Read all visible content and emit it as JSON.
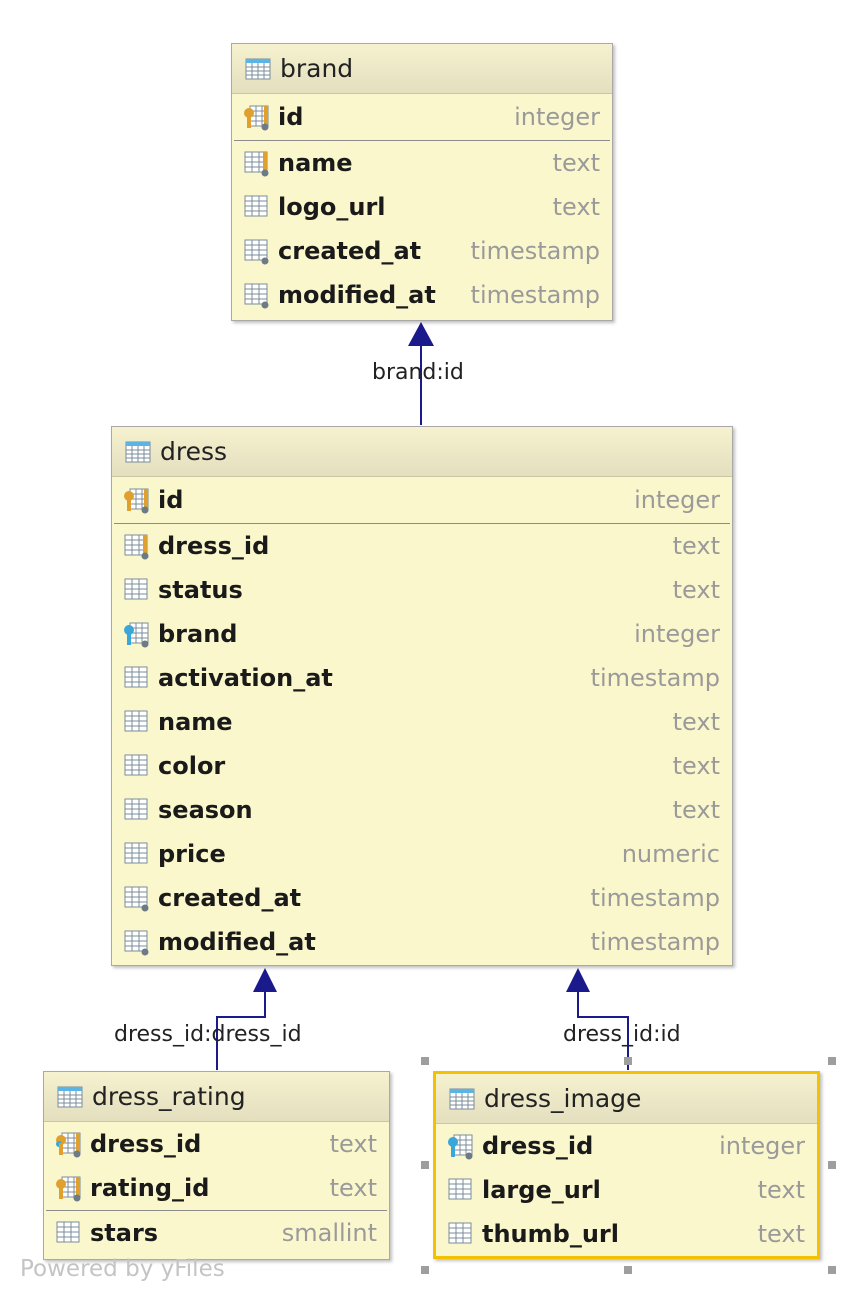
{
  "tables": {
    "brand": {
      "name": "brand",
      "pk": {
        "name": "id",
        "type": "integer"
      },
      "columns": [
        {
          "name": "name",
          "type": "text"
        },
        {
          "name": "logo_url",
          "type": "text"
        },
        {
          "name": "created_at",
          "type": "timestamp"
        },
        {
          "name": "modified_at",
          "type": "timestamp"
        }
      ]
    },
    "dress": {
      "name": "dress",
      "pk": {
        "name": "id",
        "type": "integer"
      },
      "columns": [
        {
          "name": "dress_id",
          "type": "text"
        },
        {
          "name": "status",
          "type": "text"
        },
        {
          "name": "brand",
          "type": "integer"
        },
        {
          "name": "activation_at",
          "type": "timestamp"
        },
        {
          "name": "name",
          "type": "text"
        },
        {
          "name": "color",
          "type": "text"
        },
        {
          "name": "season",
          "type": "text"
        },
        {
          "name": "price",
          "type": "numeric"
        },
        {
          "name": "created_at",
          "type": "timestamp"
        },
        {
          "name": "modified_at",
          "type": "timestamp"
        }
      ]
    },
    "dress_rating": {
      "name": "dress_rating",
      "pk_columns": [
        {
          "name": "dress_id",
          "type": "text"
        },
        {
          "name": "rating_id",
          "type": "text"
        }
      ],
      "columns": [
        {
          "name": "stars",
          "type": "smallint"
        }
      ]
    },
    "dress_image": {
      "name": "dress_image",
      "columns": [
        {
          "name": "dress_id",
          "type": "integer"
        },
        {
          "name": "large_url",
          "type": "text"
        },
        {
          "name": "thumb_url",
          "type": "text"
        }
      ]
    }
  },
  "relations": [
    {
      "label": "brand:id"
    },
    {
      "label": "dress_id:dress_id"
    },
    {
      "label": "dress_id:id"
    }
  ],
  "footer": "Powered by yFiles",
  "colors": {
    "edge": "#1a1a8c",
    "selection": "#f2c200",
    "table_bg": "#fbf7cd"
  }
}
